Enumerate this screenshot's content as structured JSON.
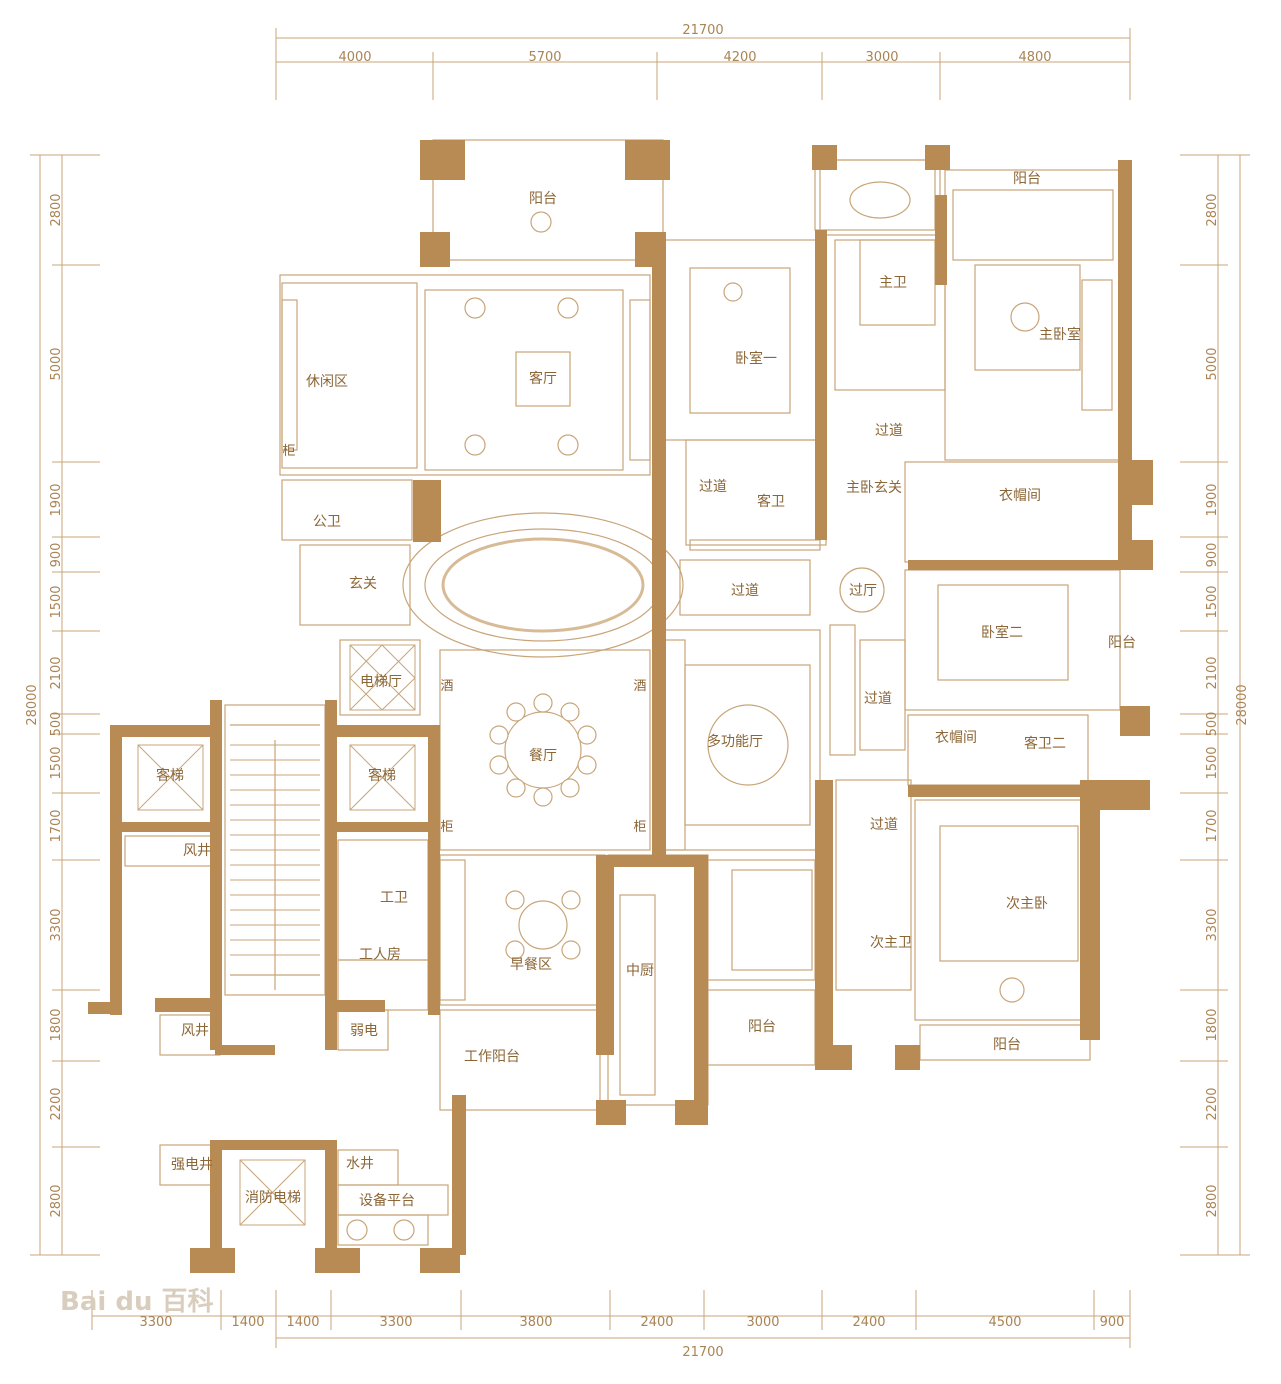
{
  "colors": {
    "wall": "#b98b54",
    "line": "#c8a579",
    "text": "#8c6636",
    "dim": "#a98455"
  },
  "dimensions": {
    "top_total": "21700",
    "top_segments": [
      "4000",
      "5700",
      "4200",
      "3000",
      "4800"
    ],
    "bottom_total": "21700",
    "bottom_segments": [
      "3300",
      "1400",
      "1400",
      "3300",
      "3800",
      "2400",
      "3000",
      "2400",
      "4500",
      "900"
    ],
    "left_total": "28000",
    "left_segments": [
      "2800",
      "5000",
      "1900",
      "900",
      "1500",
      "2100",
      "500",
      "1500",
      "1700",
      "3300",
      "1800",
      "2200",
      "2800"
    ],
    "right_total": "28000",
    "right_segments": [
      "2800",
      "5000",
      "1900",
      "900",
      "1500",
      "2100",
      "500",
      "1500",
      "1700",
      "3300",
      "1800",
      "2200",
      "2800"
    ]
  },
  "rooms": {
    "balcony_top": "阳台",
    "balcony_master": "阳台",
    "master_bath": "主卫",
    "master_bedroom": "主卧室",
    "leisure": "休闲区",
    "living": "客厅",
    "bedroom1": "卧室一",
    "corridor_a": "过道",
    "corridor_b": "过道",
    "corridor_c": "过道",
    "corridor_d": "过道",
    "corridor_e": "过道",
    "guest_bath": "客卫",
    "master_foyer": "主卧玄关",
    "walk_in": "衣帽间",
    "public_bath": "公卫",
    "foyer": "玄关",
    "hall": "过厅",
    "bedroom2": "卧室二",
    "balcony_b2": "阳台",
    "elevator_hall": "电梯厅",
    "wine1": "酒",
    "wine2": "酒",
    "dining": "餐厅",
    "multi": "多功能厅",
    "closet2": "衣帽间",
    "guest_bath2": "客卫二",
    "lift1": "客梯",
    "lift2": "客梯",
    "shaft1": "风井",
    "shaft2": "风井",
    "cab1": "柜",
    "cab2": "柜",
    "cab3": "柜",
    "maid_bath": "工卫",
    "maid_room": "工人房",
    "breakfast": "早餐区",
    "kitchen": "中厨",
    "balcony_k": "阳台",
    "secondary_master": "次主卧",
    "secondary_bath": "次主卫",
    "balcony_s": "阳台",
    "weak_elec": "弱电",
    "work_balcony": "工作阳台",
    "strong_elec": "强电井",
    "water_shaft": "水井",
    "fire_lift": "消防电梯",
    "equipment": "设备平台"
  },
  "watermark": "Bai du 百科"
}
